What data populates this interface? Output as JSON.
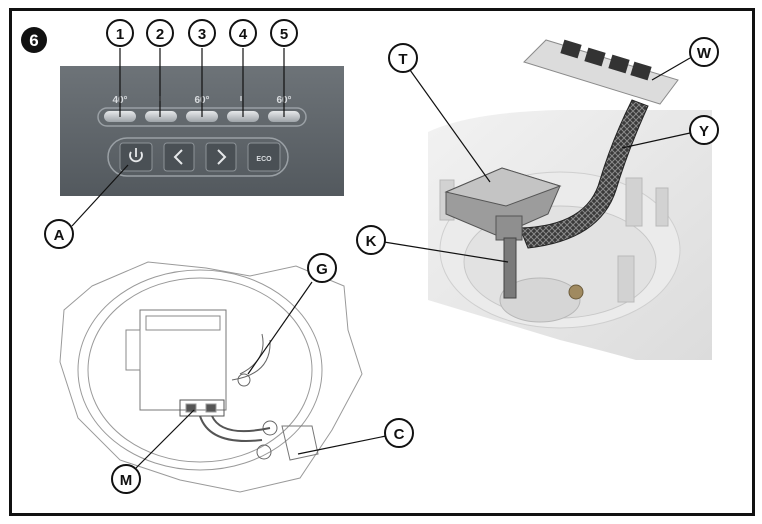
{
  "figure": {
    "number": "6"
  },
  "panel": {
    "temps": [
      "40°",
      "60°",
      "60°"
    ],
    "eco_label": "ECO"
  },
  "callouts": {
    "n1": "1",
    "n2": "2",
    "n3": "3",
    "n4": "4",
    "n5": "5",
    "A": "A",
    "T": "T",
    "W": "W",
    "Y": "Y",
    "K": "K",
    "G": "G",
    "C": "C",
    "M": "M"
  }
}
